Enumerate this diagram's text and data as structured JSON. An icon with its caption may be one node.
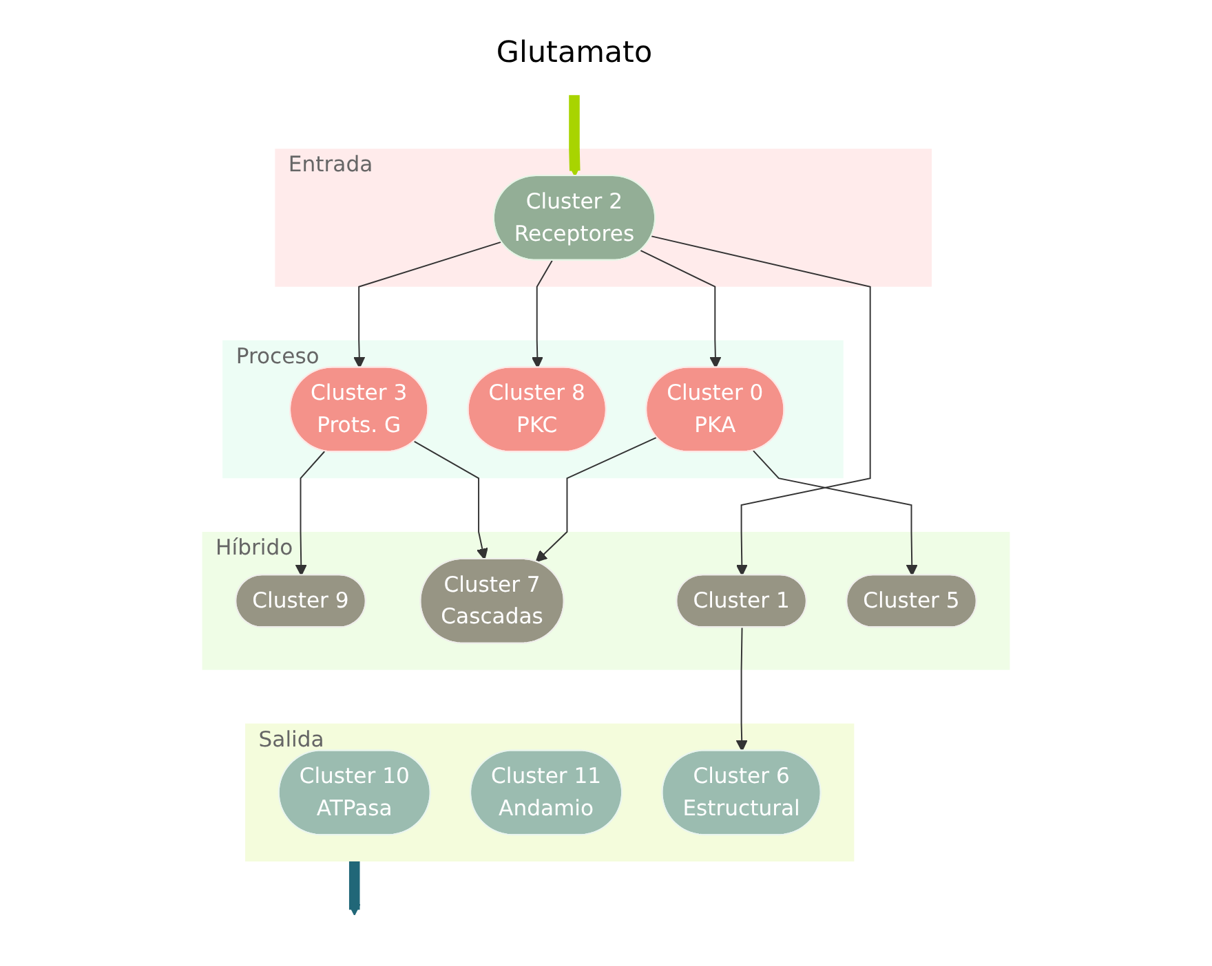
{
  "diagram": {
    "nodes": [
      {
        "text": [
          "Glutamato"
        ]
      },
      {
        "text": [
          "Entrada"
        ]
      },
      {
        "text": [
          "Cluster 2",
          "Receptores"
        ],
        "in": 1
      },
      {
        "text": [
          "Proceso"
        ]
      },
      {
        "text": [
          "Cluster 3",
          "Prots. G"
        ],
        "in": 3
      },
      {
        "text": [
          "Cluster 8",
          "PKC"
        ],
        "in": 3
      },
      {
        "text": [
          "Cluster 0",
          "PKA"
        ],
        "in": 3
      },
      {
        "text": [
          "Híbrido"
        ]
      },
      {
        "text": [
          "Cluster 9"
        ],
        "in": 7
      },
      {
        "text": [
          "Cluster 7",
          "Cascadas"
        ],
        "in": 7
      },
      {
        "text": [
          "Cluster 1"
        ],
        "in": 7
      },
      {
        "text": [
          "Cluster 5"
        ],
        "in": 7
      },
      {
        "text": [
          "Salida"
        ]
      },
      {
        "text": [
          "Cluster 10",
          "ATPasa"
        ],
        "in": 12
      },
      {
        "text": [
          "Cluster 11",
          "Andamio"
        ],
        "in": 12
      },
      {
        "text": [
          "Cluster 6",
          "Estructural"
        ],
        "in": 12
      }
    ],
    "edges": [
      {
        "from": 0,
        "to": 2,
        "arrow": "to",
        "style": "thick",
        "color": "#a8d400"
      },
      {
        "from": 2,
        "to": 4,
        "arrow": "to"
      },
      {
        "from": 2,
        "to": 5,
        "arrow": "to"
      },
      {
        "from": 2,
        "to": 10,
        "arrow": "to"
      },
      {
        "from": 2,
        "to": 6,
        "arrow": "to"
      },
      {
        "from": 4,
        "to": 8,
        "arrow": "to"
      },
      {
        "from": 4,
        "to": 9,
        "arrow": "to"
      },
      {
        "from": 6,
        "to": 9,
        "arrow": "to"
      },
      {
        "from": 6,
        "to": 11,
        "arrow": "to"
      },
      {
        "from": 10,
        "to": 15,
        "arrow": "to"
      },
      {
        "from": 12,
        "to": null,
        "arrow": "to",
        "style": "thick",
        "color": "#216778"
      }
    ]
  }
}
